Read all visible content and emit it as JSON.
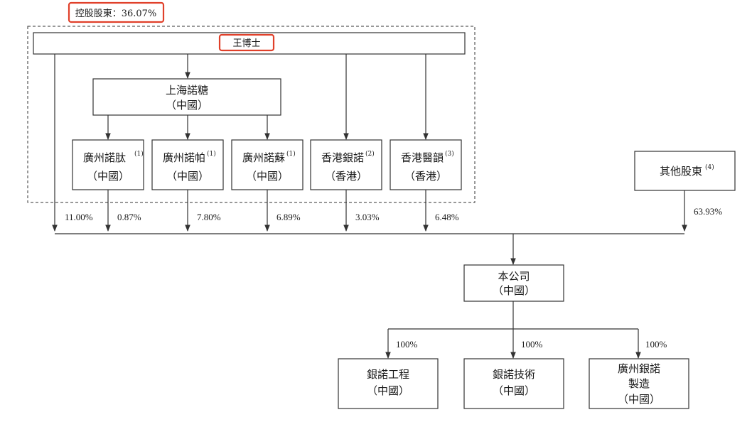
{
  "controlling_label": "控股股東：36.07%",
  "founder": "王博士",
  "shanghai": {
    "name": "上海諾糖",
    "region": "（中國）"
  },
  "holders": [
    {
      "name": "廣州諾肽",
      "sup": "(1)",
      "region": "（中國）",
      "pct": "0.87%"
    },
    {
      "name": "廣州諾帕",
      "sup": "(1)",
      "region": "（中國）",
      "pct": "7.80%"
    },
    {
      "name": "廣州諾蘇",
      "sup": "(1)",
      "region": "（中國）",
      "pct": "6.89%"
    },
    {
      "name": "香港銀諾",
      "sup": "(2)",
      "region": "（香港）",
      "pct": "3.03%"
    },
    {
      "name": "香港醫韻",
      "sup": "(3)",
      "region": "（香港）",
      "pct": "6.48%"
    }
  ],
  "founder_direct_pct": "11.00%",
  "others": {
    "name": "其他股東",
    "sup": "(4)",
    "pct": "63.93%"
  },
  "company": {
    "name": "本公司",
    "region": "（中國）"
  },
  "subsidiaries": [
    {
      "line1": "銀諾工程",
      "line2": "（中國）",
      "line3": "",
      "pct": "100%"
    },
    {
      "line1": "銀諾技術",
      "line2": "（中國）",
      "line3": "",
      "pct": "100%"
    },
    {
      "line1": "廣州銀諾",
      "line2": "製造",
      "line3": "（中國）",
      "pct": "100%"
    }
  ],
  "colors": {
    "highlight": "#e0402a",
    "line": "#333333"
  }
}
